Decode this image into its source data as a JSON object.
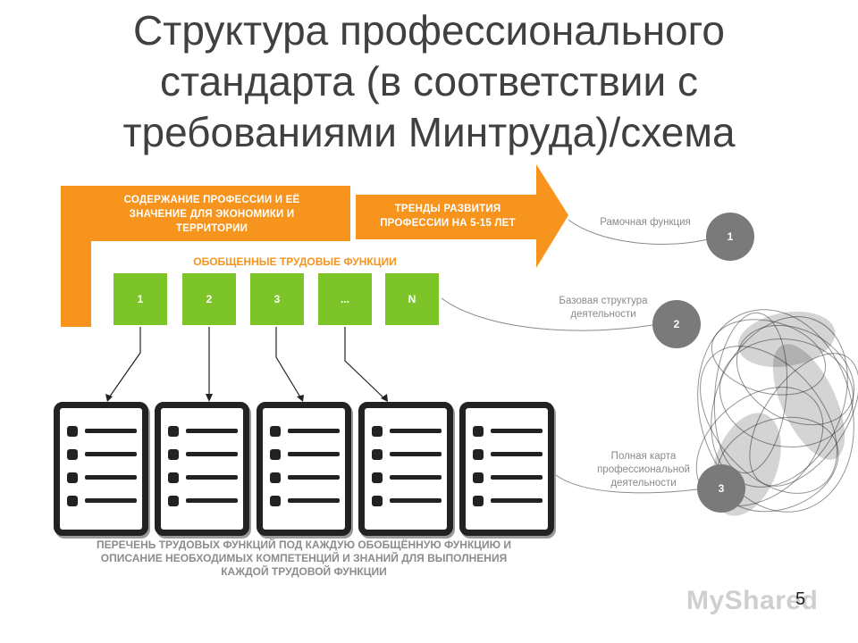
{
  "title": "Структура профессионального стандарта (в соответствии с требованиями Минтруда)/схема",
  "colors": {
    "orange": "#f7941d",
    "green": "#7cc427",
    "grey_circle": "#7a7a7a",
    "dark": "#222222"
  },
  "profession_content": "СОДЕРЖАНИЕ ПРОФЕССИИ И ЕЁ ЗНАЧЕНИЕ ДЛЯ ЭКОНОМИКИ И ТЕРРИТОРИИ",
  "trends": "ТРЕНДЫ РАЗВИТИЯ ПРОФЕССИИ НА 5-15 ЛЕТ",
  "generalized_label": "ОБОБЩЕННЫЕ ТРУДОВЫЕ ФУНКЦИИ",
  "functions": [
    "1",
    "2",
    "3",
    "...",
    "N"
  ],
  "caption": "ПЕРЕЧЕНЬ ТРУДОВЫХ ФУНКЦИЙ ПОД КАЖДУЮ ОБОБЩЁННУЮ ФУНКЦИЮ И ОПИСАНИЕ НЕОБХОДИМЫХ КОМПЕТЕНЦИЙ И ЗНАНИЙ ДЛЯ ВЫПОЛНЕНИЯ КАЖДОЙ ТРУДОВОЙ ФУНКЦИИ",
  "levels": [
    {
      "label": "Рамочная функция",
      "num": "1"
    },
    {
      "label": "Базовая структура деятельности",
      "num": "2"
    },
    {
      "label": "Полная карта профессиональной деятельности",
      "num": "3"
    }
  ],
  "watermark": "MyShared",
  "page_number": "5"
}
